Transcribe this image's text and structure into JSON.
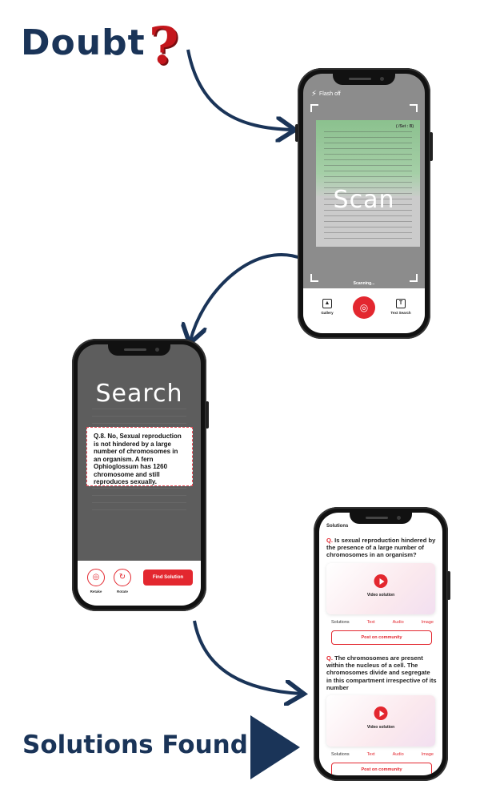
{
  "headings": {
    "doubt": "Doubt",
    "question_mark": "?",
    "solutions_found": "Solutions Found"
  },
  "scan_screen": {
    "flash_label": "Flash off",
    "paper_header": "(  /Set : B)",
    "overlay_word": "Scan",
    "status": "Scanning...",
    "gallery_label": "Gallery",
    "text_search_label": "Text Search",
    "icons": [
      "bolt-icon",
      "gallery-icon",
      "camera-icon",
      "text-search-icon"
    ]
  },
  "search_screen": {
    "overlay_word": "Search",
    "cropped_text": "Q.8. No, Sexual reproduction is not hindered by a large number of chromosomes in an organism. A fern Ophioglossum has 1260 chromosome and still reproduces sexually.",
    "retake_label": "Retake",
    "rotate_label": "Rotate",
    "find_solution_label": "Find Solution"
  },
  "solutions_screen": {
    "header": "Solutions",
    "question_label": "Q.",
    "q1": "Is sexual reproduction hindered by the presence of a large number of chromosomes in an organism?",
    "q2": "The chromosomes are present within the nucleus of a cell. The chromosomes divide and segregate in this compartment irrespective of its number",
    "video_label": "Video solution",
    "tabs": [
      "Solutions",
      "Text",
      "Audio",
      "Image"
    ],
    "post_label": "Post on community"
  },
  "colors": {
    "navy": "#1a3458",
    "red": "#e3272f",
    "question_red": "#c4161c"
  }
}
